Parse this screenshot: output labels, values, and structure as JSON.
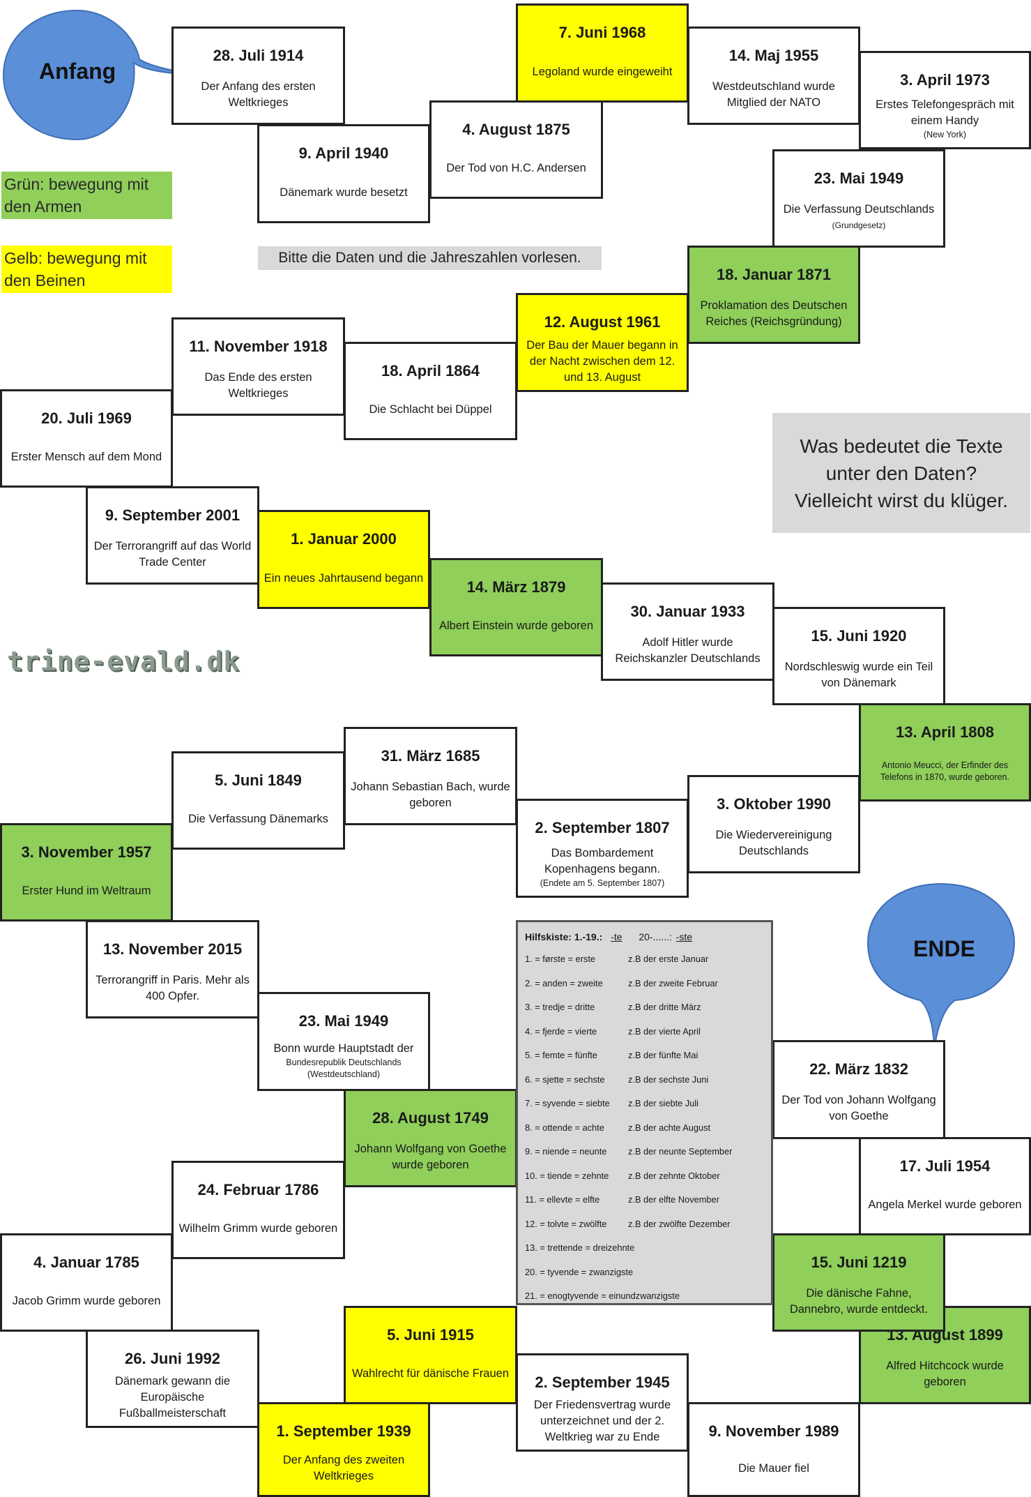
{
  "start_label": "Anfang",
  "end_label": "ENDE",
  "legend": {
    "green": "Grün: bewegung mit den Armen",
    "yellow": "Gelb: bewegung mit den Beinen"
  },
  "note_read": "Bitte die Daten und die Jahreszahlen vorlesen.",
  "note_question": {
    "line1": "Was bedeutet die Texte",
    "line2": "unter den Daten?",
    "line3": "Vielleicht wirst du klüger."
  },
  "watermark": "trine-evald.dk",
  "colors": {
    "green": "#8fcf5a",
    "yellow": "#ffff00",
    "blue": "#5b8fd8",
    "gray": "#d9d9d9"
  },
  "cards": [
    {
      "date": "28. Juli 1914",
      "text": "Der Anfang des ersten Weltkrieges",
      "color": "white"
    },
    {
      "date": "9. April 1940",
      "text": "Dänemark wurde besetzt",
      "color": "white"
    },
    {
      "date": "4. August 1875",
      "text": "Der Tod von H.C. Andersen",
      "color": "white"
    },
    {
      "date": "7. Juni 1968",
      "text": "Legoland wurde eingeweiht",
      "color": "yellow"
    },
    {
      "date": "14. Maj 1955",
      "text": "Westdeutschland wurde Mitglied der NATO",
      "color": "white"
    },
    {
      "date": "3. April 1973",
      "text": "Erstes Telefongespräch mit einem Handy",
      "sub": "(New York)",
      "color": "white"
    },
    {
      "date": "23. Mai 1949",
      "text": "Die Verfassung Deutschlands",
      "sub": "(Grundgesetz)",
      "color": "white"
    },
    {
      "date": "18. Januar 1871",
      "text": "Proklamation des Deutschen Reiches (Reichsgründung)",
      "color": "green"
    },
    {
      "date": "12. August 1961",
      "text": "Der Bau der Mauer begann in der Nacht zwischen dem 12. und 13. August",
      "color": "yellow"
    },
    {
      "date": "18. April 1864",
      "text": "Die Schlacht bei Düppel",
      "color": "white"
    },
    {
      "date": "11. November 1918",
      "text": "Das Ende des ersten Weltkrieges",
      "color": "white"
    },
    {
      "date": "20. Juli 1969",
      "text": "Erster Mensch auf dem Mond",
      "color": "white"
    },
    {
      "date": "9. September 2001",
      "text": "Der Terrorangriff auf das World Trade Center",
      "color": "white"
    },
    {
      "date": "1. Januar 2000",
      "text": "Ein neues Jahrtausend  begann",
      "color": "yellow"
    },
    {
      "date": "14. März 1879",
      "text": "Albert Einstein wurde geboren",
      "color": "green"
    },
    {
      "date": "30. Januar 1933",
      "text": "Adolf Hitler wurde Reichskanzler Deutschlands",
      "color": "white"
    },
    {
      "date": "15. Juni 1920",
      "text": "Nordschleswig wurde ein Teil von Dänemark",
      "color": "white"
    },
    {
      "date": "13. April 1808",
      "text": "Antonio Meucci, der Erfinder des Telefons in 1870, wurde geboren.",
      "color": "green"
    },
    {
      "date": "3. Oktober 1990",
      "text": "Die Wiedervereinigung Deutschlands",
      "color": "white"
    },
    {
      "date": "2. September 1807",
      "text": "Das Bombardement Kopenhagens begann.",
      "sub": "(Endete am 5. September 1807)",
      "color": "white"
    },
    {
      "date": "31. März 1685",
      "text": "Johann Sebastian Bach, wurde geboren",
      "color": "white"
    },
    {
      "date": "5. Juni 1849",
      "text": "Die Verfassung Dänemarks",
      "color": "white"
    },
    {
      "date": "3. November 1957",
      "text": "Erster Hund im Weltraum",
      "color": "green"
    },
    {
      "date": "13. November 2015",
      "text": "Terrorangriff in Paris. Mehr als 400 Opfer.",
      "color": "white"
    },
    {
      "date": "23. Mai 1949",
      "text": "Bonn wurde Hauptstadt der",
      "sub": "Bundesrepublik Deutschlands (Westdeutschland)",
      "color": "white"
    },
    {
      "date": "28. August 1749",
      "text": "Johann Wolfgang von Goethe wurde geboren",
      "color": "green"
    },
    {
      "date": "24. Februar 1786",
      "text": "Wilhelm Grimm wurde geboren",
      "color": "white"
    },
    {
      "date": "4. Januar 1785",
      "text": "Jacob Grimm wurde geboren",
      "color": "white"
    },
    {
      "date": "26. Juni 1992",
      "text": "Dänemark gewann die Europäische Fußballmeisterschaft",
      "color": "white"
    },
    {
      "date": "1. September 1939",
      "text": "Der Anfang des zweiten Weltkrieges",
      "color": "yellow"
    },
    {
      "date": "5. Juni 1915",
      "text": "Wahlrecht für dänische Frauen",
      "color": "yellow"
    },
    {
      "date": "2. September 1945",
      "text": "Der Friedensvertrag wurde unterzeichnet und der 2. Weltkrieg war zu Ende",
      "color": "white"
    },
    {
      "date": "9. November 1989",
      "text": "Die Mauer fiel",
      "color": "white"
    },
    {
      "date": "13. August 1899",
      "text": "Alfred Hitchcock wurde geboren",
      "color": "green"
    },
    {
      "date": "15. Juni 1219",
      "text": "Die dänische Fahne, Dannebro, wurde entdeckt.",
      "color": "green"
    },
    {
      "date": "17. Juli 1954",
      "text": "Angela Merkel wurde geboren",
      "color": "white"
    },
    {
      "date": "22. März 1832",
      "text": "Der Tod von Johann Wolfgang von Goethe",
      "color": "white"
    }
  ],
  "helpbox": {
    "title": "Hilfskiste:  1.-19.:",
    "suffix1": "-te",
    "range2": "20-......:",
    "suffix2": "-ste",
    "rows": [
      {
        "a": "1. = første = erste",
        "b": "z.B der erste Januar"
      },
      {
        "a": "2. = anden = zweite",
        "b": "z.B der zweite Februar"
      },
      {
        "a": "3. = tredje = dritte",
        "b": "z.B der dritte März"
      },
      {
        "a": "4. = fjerde = vierte",
        "b": "z.B der vierte April"
      },
      {
        "a": "5. = femte = fünfte",
        "b": "z.B der fünfte Mai"
      },
      {
        "a": "6. = sjette = sechste",
        "b": "z.B der sechste Juni"
      },
      {
        "a": "7. = syvende = siebte",
        "b": "z.B der siebte Juli"
      },
      {
        "a": "8. = ottende = achte",
        "b": "z.B der achte August"
      },
      {
        "a": "9. = niende = neunte",
        "b": "z.B der neunte September"
      },
      {
        "a": "10. = tiende = zehnte",
        "b": "z.B der zehnte Oktober"
      },
      {
        "a": "11. = ellevte = elfte",
        "b": "z.B der elfte November"
      },
      {
        "a": "12. = tolvte = zwölfte",
        "b": "z.B der zwölfte Dezember"
      },
      {
        "a": "13. = trettende = dreizehnte",
        "b": ""
      },
      {
        "a": "20. = tyvende = zwanzigste",
        "b": ""
      },
      {
        "a": "21. = enogtyvende = einundzwanzigste",
        "b": ""
      }
    ]
  }
}
